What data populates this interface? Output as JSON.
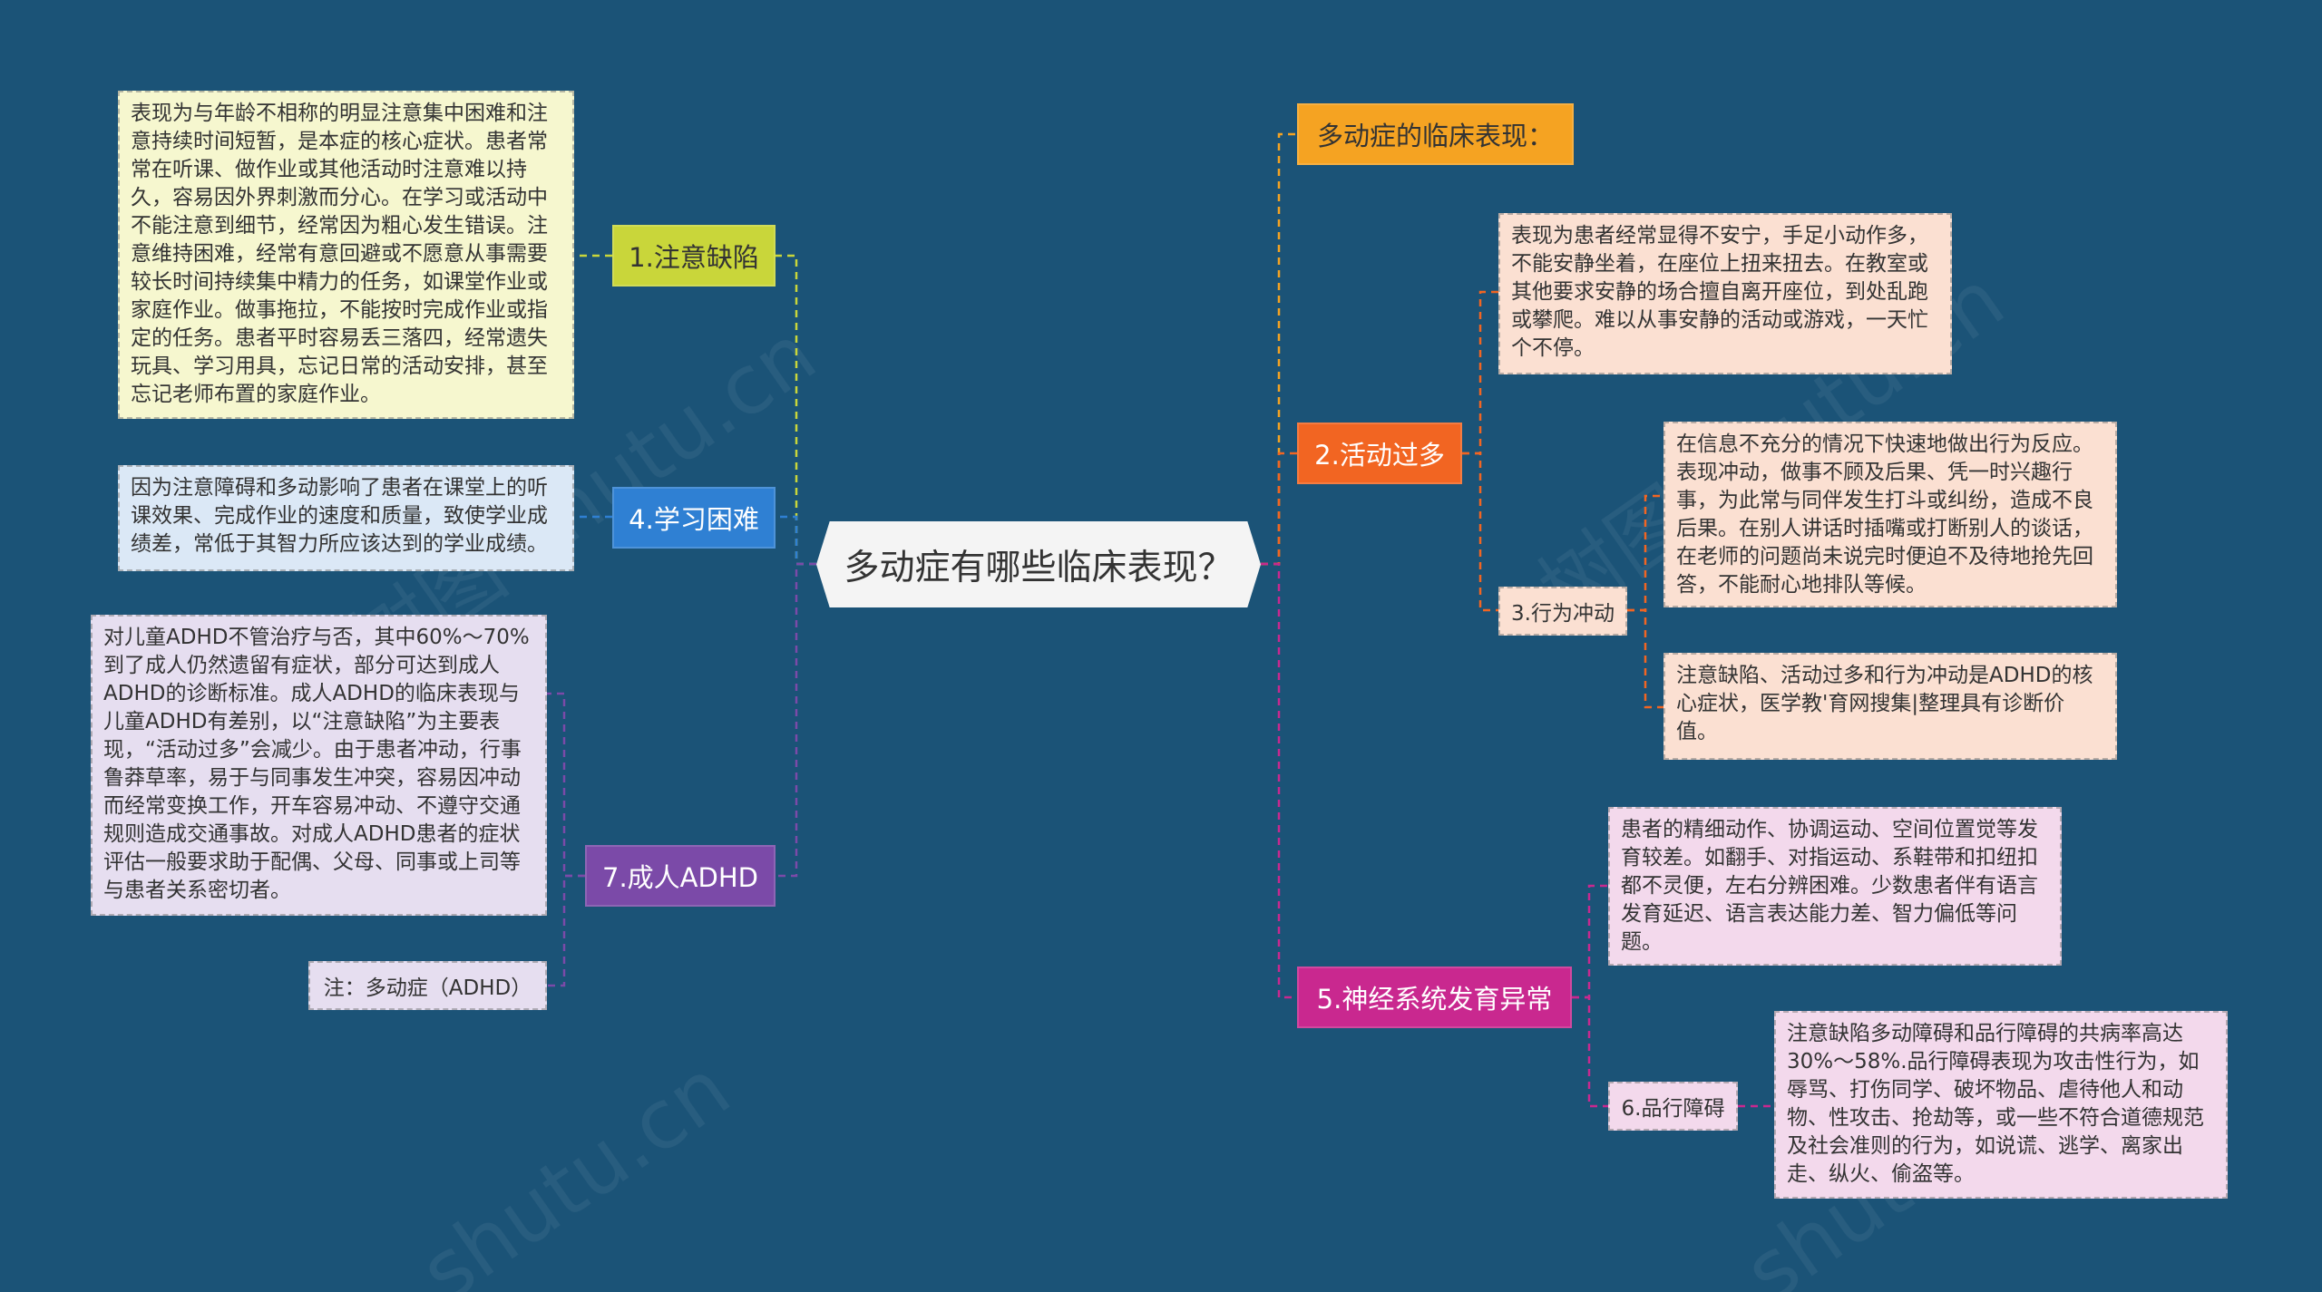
{
  "central": {
    "title": "多动症有哪些临床表现？"
  },
  "branches": {
    "attention": {
      "label": "1.注意缺陷",
      "color": "#c9d63a",
      "note": "表现为与年龄不相称的明显注意集中困难和注意持续时间短暂，是本症的核心症状。患者常常在听课、做作业或其他活动时注意难以持久，容易因外界刺激而分心。在学习或活动中不能注意到细节，经常因为粗心发生错误。注意维持困难，经常有意回避或不愿意从事需要较长时间持续集中精力的任务，如课堂作业或家庭作业。做事拖拉，不能按时完成作业或指定的任务。患者平时容易丢三落四，经常遗失玩具、学习用具，忘记日常的活动安排，甚至忘记老师布置的家庭作业。",
      "note_color": "#f6f7cf"
    },
    "learning": {
      "label": "4.学习困难",
      "color": "#2f80d3",
      "note": "因为注意障碍和多动影响了患者在课堂上的听课效果、完成作业的速度和质量，致使学业成绩差，常低于其智力所应该达到的学业成绩。",
      "note_color": "#dbe8f6"
    },
    "adult": {
      "label": "7.成人ADHD",
      "color": "#7b4aa8",
      "note": "对儿童ADHD不管治疗与否，其中60%～70%到了成人仍然遗留有症状，部分可达到成人ADHD的诊断标准。成人ADHD的临床表现与儿童ADHD有差别，以“注意缺陷”为主要表现，“活动过多”会减少。由于患者冲动，行事鲁莽草率，易于与同事发生冲突，容易因冲动而经常变换工作，开车容易冲动、不遵守交通规则造成交通事故。对成人ADHD患者的症状评估一般要求助于配偶、父母、同事或上司等与患者关系密切者。",
      "note_color": "#e6def0",
      "footnote": "注：多动症（ADHD）"
    },
    "clinical": {
      "label": "多动症的临床表现：",
      "color": "#f5a322"
    },
    "hyper": {
      "label": "2.活动过多",
      "color": "#f26522",
      "note": "表现为患者经常显得不安宁，手足小动作多，不能安静坐着，在座位上扭来扭去。在教室或其他要求安静的场合擅自离开座位，到处乱跑或攀爬。难以从事安静的活动或游戏，一天忙个不停。",
      "note_color": "#fbe0d2",
      "impulse": {
        "label": "3.行为冲动",
        "note1": "在信息不充分的情况下快速地做出行为反应。表现冲动，做事不顾及后果、凭一时兴趣行事，为此常与同伴发生打斗或纠纷，造成不良后果。在别人讲话时插嘴或打断别人的谈话，在老师的问题尚未说完时便迫不及待地抢先回答，不能耐心地排队等候。",
        "note2": "注意缺陷、活动过多和行为冲动是ADHD的核心症状，医学教'育网搜集|整理具有诊断价值。"
      }
    },
    "neuro": {
      "label": "5.神经系统发育异常",
      "color": "#c9288f",
      "note": "患者的精细动作、协调运动、空间位置觉等发育较差。如翻手、对指运动、系鞋带和扣纽扣都不灵便，左右分辨困难。少数患者伴有语言发育延迟、语言表达能力差、智力偏低等问题。",
      "note_color": "#f3d9ec",
      "conduct": {
        "label": "6.品行障碍",
        "note": "注意缺陷多动障碍和品行障碍的共病率高达30%～58%.品行障碍表现为攻击性行为，如辱骂、打伤同学、破坏物品、虐待他人和动物、性攻击、抢劫等，或一些不符合道德规范及社会准则的行为，如说谎、逃学、离家出走、纵火、偷盗等。"
      }
    }
  }
}
